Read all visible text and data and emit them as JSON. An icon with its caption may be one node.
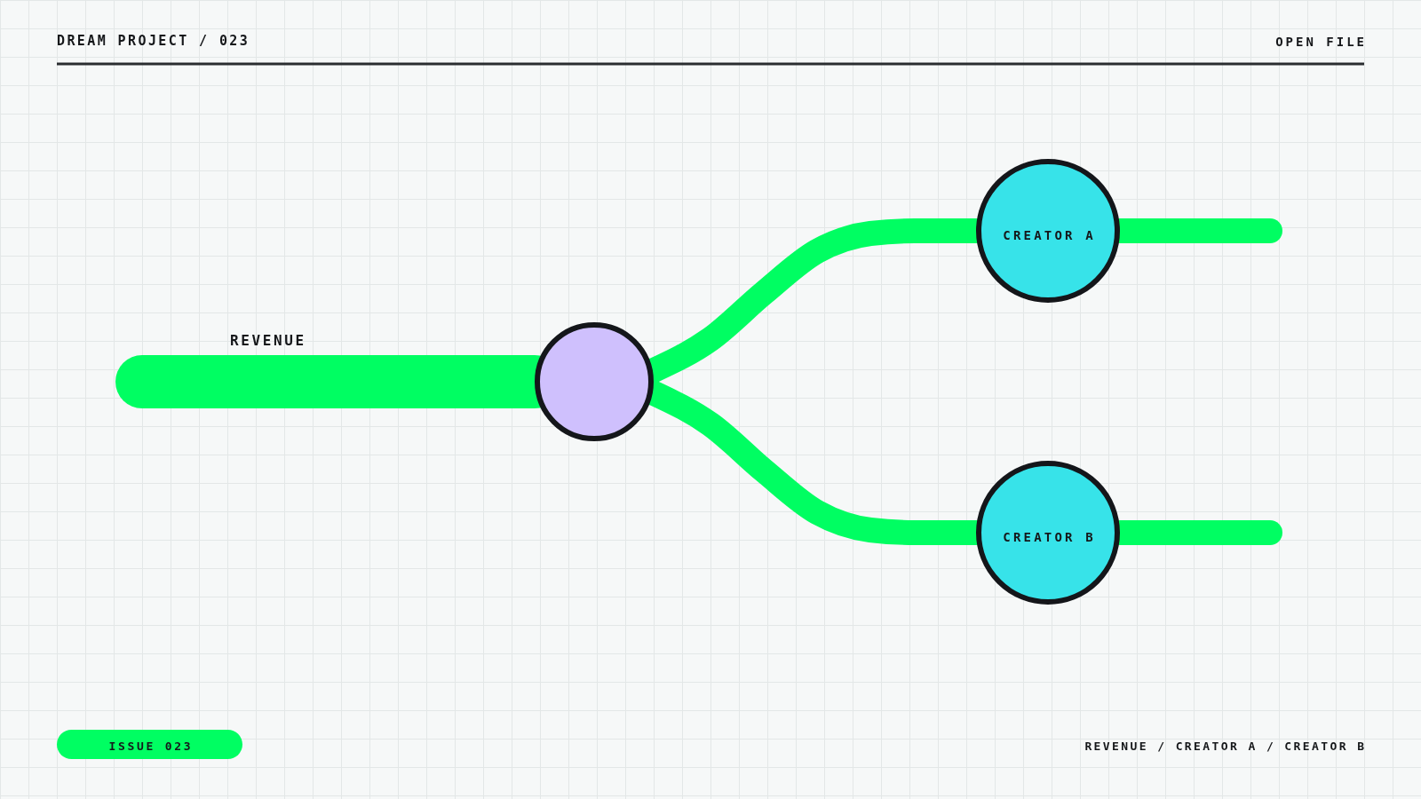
{
  "diagram": {
    "title": "DREAM PROJECT / 023",
    "nodes": [
      {
        "text": [],
        "shape": "circle"
      },
      {
        "text": [
          "CREATOR A"
        ]
      },
      {
        "text": [
          "CREATOR B"
        ]
      },
      {
        "text": [
          "ISSUE 023"
        ]
      }
    ],
    "edges": [
      {
        "from": null,
        "to": 0,
        "arrow": "none",
        "label": "REVENUE",
        "style": "thick"
      },
      {
        "from": 0,
        "to": 1,
        "arrow": "none"
      },
      {
        "from": 0,
        "to": 2,
        "arrow": "none"
      },
      {
        "from": 1,
        "to": null,
        "arrow": "none"
      },
      {
        "from": 2,
        "to": null,
        "arrow": "none"
      }
    ],
    "labels": [
      "OPEN FILE",
      "REVENUE / CREATOR A / CREATOR B"
    ]
  }
}
